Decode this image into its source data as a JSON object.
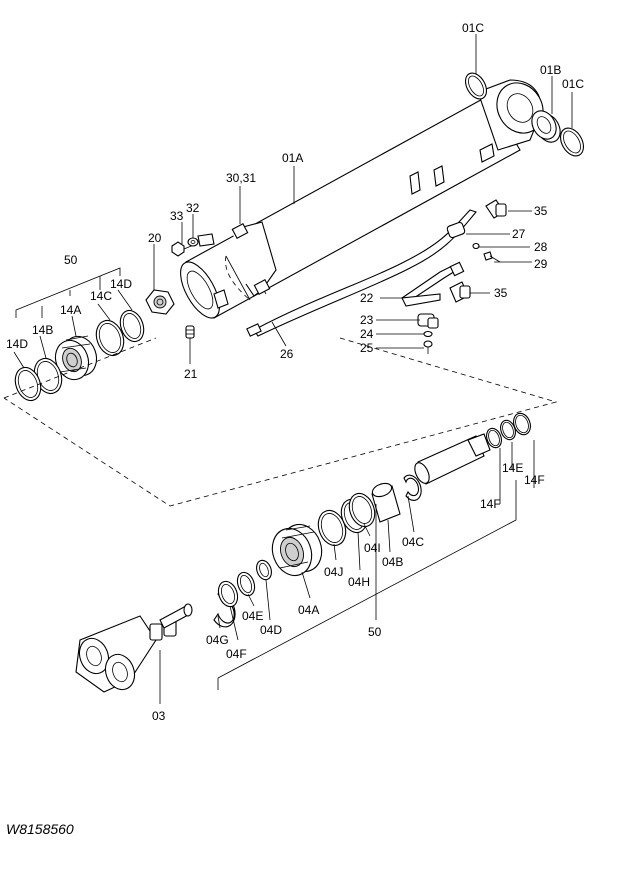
{
  "figure_code": "W8158560",
  "labels": {
    "l01C_top": "01C",
    "l01B": "01B",
    "l01C_right": "01C",
    "l01A": "01A",
    "l30_31": "30,31",
    "l33": "33",
    "l32": "32",
    "l20": "20",
    "l50_top": "50",
    "l14D_top": "14D",
    "l14C": "14C",
    "l14A": "14A",
    "l14B": "14B",
    "l14D_left": "14D",
    "l21": "21",
    "l35_top": "35",
    "l27": "27",
    "l28": "28",
    "l29": "29",
    "l22": "22",
    "l35_mid": "35",
    "l23": "23",
    "l24": "24",
    "l25": "25",
    "l26": "26",
    "l14E": "14E",
    "l14F_right": "14F",
    "l14F_left": "14F",
    "l04C": "04C",
    "l04I": "04I",
    "l04B": "04B",
    "l04J": "04J",
    "l04H": "04H",
    "l04A": "04A",
    "l50_bottom": "50",
    "l04E": "04E",
    "l04D": "04D",
    "l04G": "04G",
    "l04F": "04F",
    "l03": "03"
  }
}
